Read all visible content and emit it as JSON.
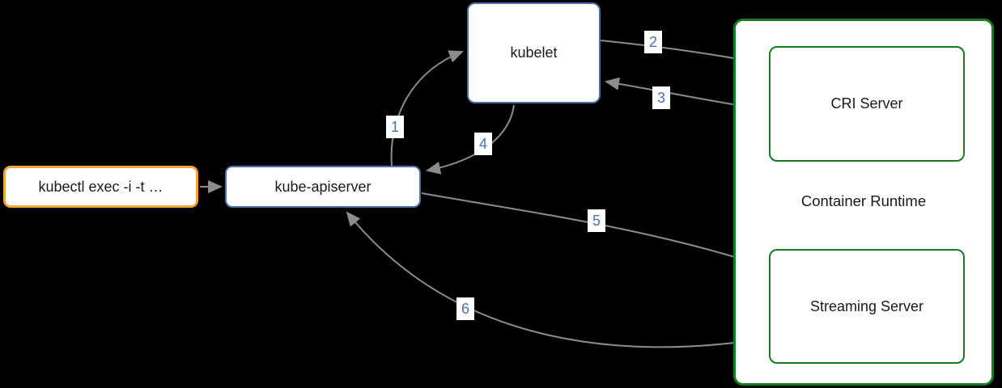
{
  "diagram": {
    "background": "#000000",
    "nodes": {
      "kubectl": {
        "label": "kubectl exec -i -t …",
        "border_color": "#f5a33b"
      },
      "kube_apiserver": {
        "label": "kube-apiserver",
        "border_color": "#4a6fa5"
      },
      "kubelet": {
        "label": "kubelet",
        "border_color": "#4a6fa5"
      },
      "container_runtime": {
        "label": "Container Runtime",
        "border_color": "#137d1f"
      },
      "cri_server": {
        "label": "CRI Server",
        "border_color": "#137d1f"
      },
      "streaming_server": {
        "label": "Streaming Server",
        "border_color": "#137d1f"
      }
    },
    "steps": [
      {
        "label": "1",
        "from": "kube_apiserver",
        "to": "kubelet"
      },
      {
        "label": "2",
        "from": "kubelet",
        "to": "cri_server"
      },
      {
        "label": "3",
        "from": "cri_server",
        "to": "kubelet"
      },
      {
        "label": "4",
        "from": "kubelet",
        "to": "kube_apiserver"
      },
      {
        "label": "5",
        "from": "kube_apiserver",
        "to": "streaming_server"
      },
      {
        "label": "6",
        "from": "streaming_server",
        "to": "kube_apiserver"
      }
    ],
    "colors": {
      "arrow": "#8c8c8c",
      "step_text": "#4c73ae",
      "node_fill": "#ffffff",
      "node_text": "#1a1a1a"
    }
  }
}
